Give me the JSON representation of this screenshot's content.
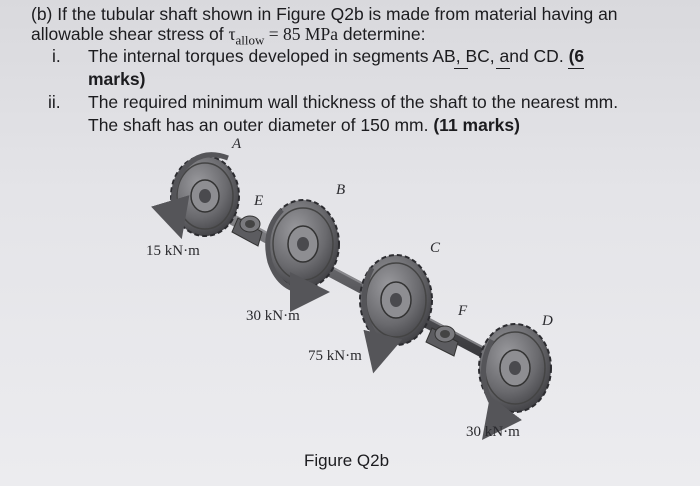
{
  "question": {
    "line1": "(b) If the tubular shaft shown in Figure Q2b is made from material having an",
    "line2_prefix": "allowable shear stress of ",
    "tau_symbol": "τ",
    "tau_sub": "allow",
    "line2_eq": " = 85 MPa",
    "line2_suffix": " determine:",
    "item1_num": "i.",
    "item1_text": "The internal torques developed in segments AB, BC, and CD.",
    "item1_marks_a": "(6",
    "item1_marks_b": "marks)",
    "item2_num": "ii.",
    "item2_text": "The required minimum wall thickness of the shaft to the nearest mm.",
    "item2_text2": "The shaft has an outer diameter of 150 mm.",
    "item2_marks": "(11 marks)"
  },
  "figure": {
    "caption": "Figure Q2b",
    "labels": {
      "A": "A",
      "B": "B",
      "C": "C",
      "D": "D",
      "E": "E",
      "F": "F"
    },
    "torques": {
      "t_a": "15 kN·m",
      "t_b": "30 kN·m",
      "t_c": "75 kN·m",
      "t_d": "30 kN·m"
    },
    "colors": {
      "gear_fill": "#6e6e72",
      "gear_dark": "#3c3c40",
      "shaft": "#5a5a5e",
      "arrow": "#555559"
    }
  }
}
